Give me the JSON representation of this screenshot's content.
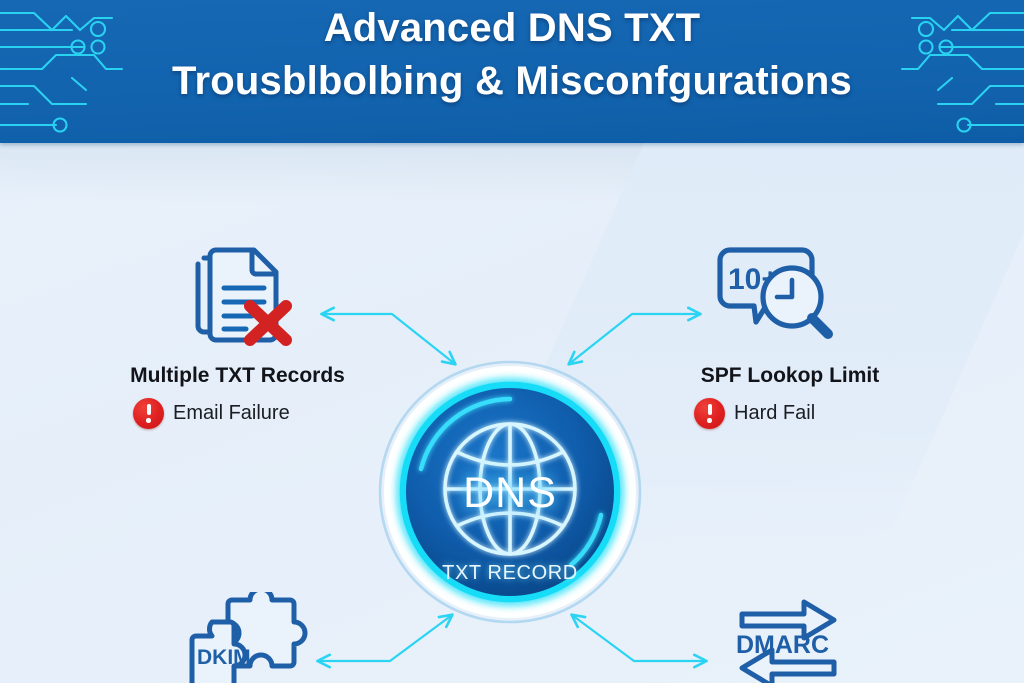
{
  "header": {
    "title_line1": "Advanced DNS TXT",
    "title_line2": "Trousblbolbing & Misconfgurations",
    "background_color": "#1567b2",
    "accent_color": "#25d7f5"
  },
  "center": {
    "title": "DNS",
    "caption": "TXT RECORD",
    "icon": "globe-icon",
    "ring_color": "#18dcf7",
    "core_color": "#0d4f9e"
  },
  "nodes": [
    {
      "id": "multiple-txt-records",
      "icon": "documents-with-x-icon",
      "label": "Multiple TXT Records",
      "status": "Email Failure",
      "status_icon": "alert-icon",
      "status_color": "#de1f1f"
    },
    {
      "id": "spf-lookup-limit",
      "icon": "speech-bubble-magnifier-icon",
      "icon_text": "10+",
      "label": "SPF Lookop Limit",
      "status": "Hard Fail",
      "status_icon": "alert-icon",
      "status_color": "#de1f1f"
    },
    {
      "id": "dkim",
      "icon": "puzzle-pieces-icon",
      "icon_text": "DKIM",
      "label": "",
      "status": "",
      "status_icon": "",
      "status_color": ""
    },
    {
      "id": "dmarc",
      "icon": "two-way-arrows-icon",
      "icon_text": "DMARC",
      "label": "",
      "status": "",
      "status_icon": "",
      "status_color": ""
    }
  ]
}
